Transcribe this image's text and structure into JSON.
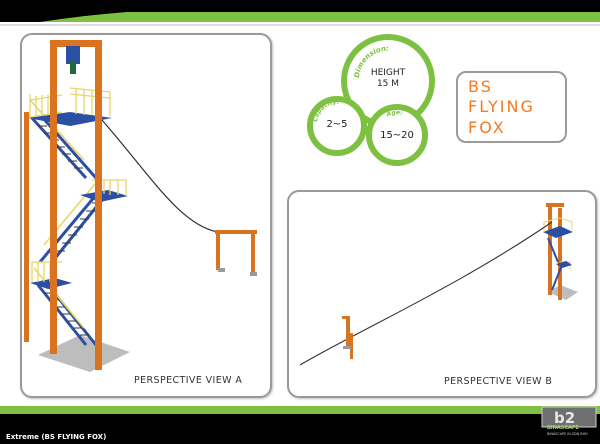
{
  "title_box": {
    "lines": [
      "BS",
      "FLYING",
      "FOX"
    ]
  },
  "specs": {
    "dimension_label": "Dimension:",
    "height_lines": [
      "HEIGHT",
      "15 M"
    ],
    "capacity_label": "Capacity:",
    "capacity_value": "2~5",
    "age_label": "Age:",
    "age_value": "15~20"
  },
  "views": {
    "a_caption": "PERSPECTIVE VIEW A",
    "b_caption": "PERSPECTIVE VIEW B"
  },
  "footer": {
    "product": "Extreme (BS FLYING FOX)",
    "logo_name": "BINASCAPE",
    "logo_sub": "BINASCAPE IN SDN BHD"
  },
  "colors": {
    "accent_green": "#7ec142",
    "title_orange": "#f47a20",
    "post_orange": "#d9731f",
    "platform_blue": "#2b4fa3",
    "rail_yellow": "#e8d66a"
  }
}
